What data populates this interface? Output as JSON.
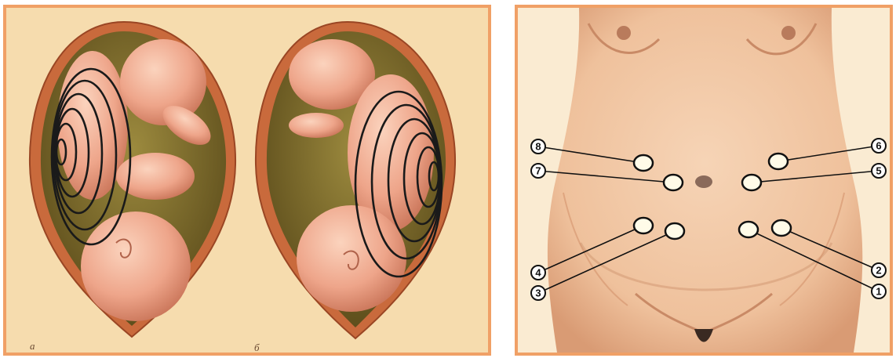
{
  "left": {
    "labels": {
      "a": "а",
      "b": "б"
    }
  },
  "right": {
    "points": [
      {
        "id": "1",
        "label": "1"
      },
      {
        "id": "2",
        "label": "2"
      },
      {
        "id": "3",
        "label": "3"
      },
      {
        "id": "4",
        "label": "4"
      },
      {
        "id": "5",
        "label": "5"
      },
      {
        "id": "6",
        "label": "6"
      },
      {
        "id": "7",
        "label": "7"
      },
      {
        "id": "8",
        "label": "8"
      }
    ]
  },
  "colors": {
    "frame": "#f0a066",
    "uterus_wall": "#c96a3c",
    "uterus_inner": "#7a6a2c",
    "fetus_skin": "#f2b69a",
    "body_skin": "#f1c7a5",
    "ring_stroke": "#1a1a1a",
    "point_fill": "#fffbe8"
  }
}
